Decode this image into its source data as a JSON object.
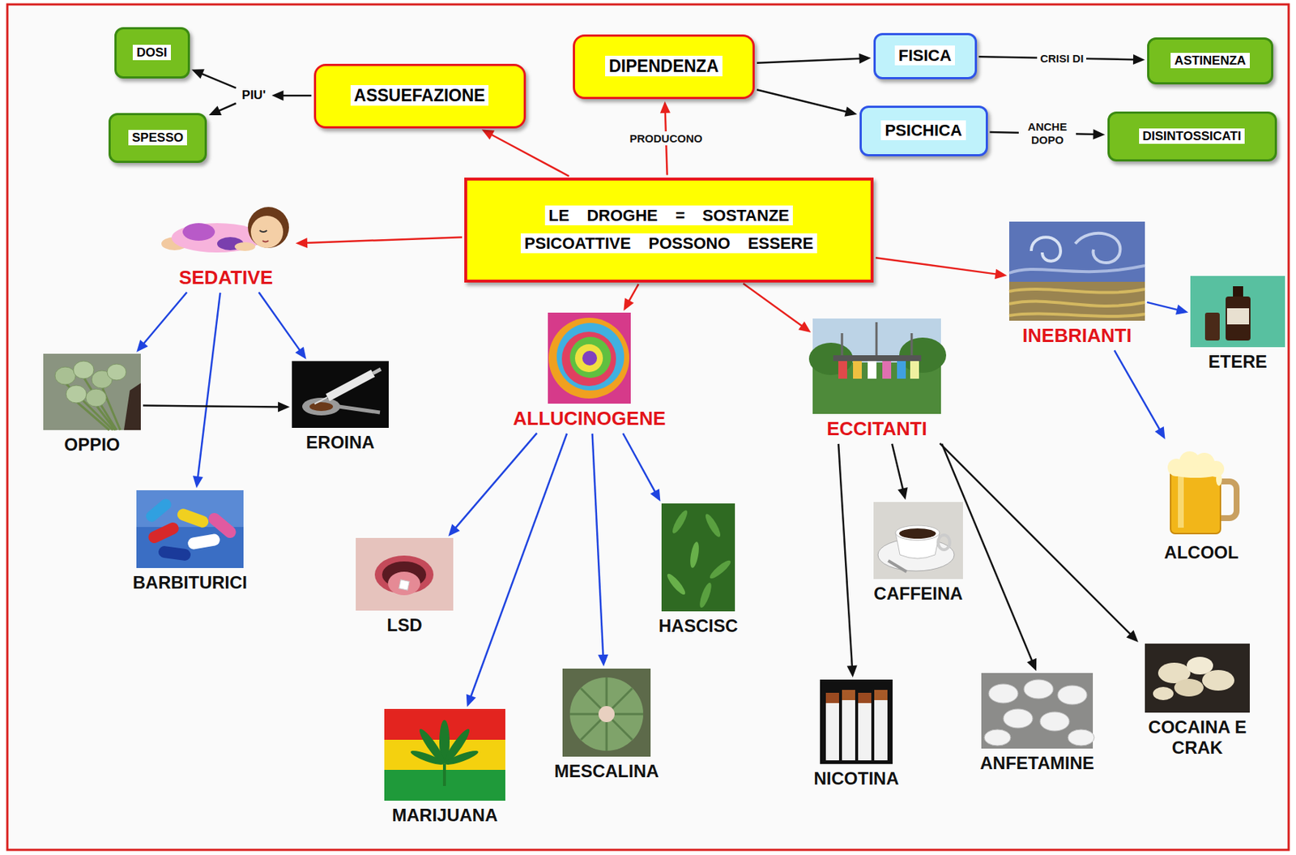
{
  "diagram": {
    "nodes": [
      {
        "text": [
          "DOSI"
        ]
      },
      {
        "text": [
          "SPESSO"
        ]
      },
      {
        "text": [
          "PIU'"
        ]
      },
      {
        "text": [
          "ASSUEFAZIONE"
        ]
      },
      {
        "text": [
          "DIPENDENZA"
        ]
      },
      {
        "text": [
          "FISICA"
        ]
      },
      {
        "text": [
          "ASTINENZA"
        ]
      },
      {
        "text": [
          "PSICHICA"
        ]
      },
      {
        "text": [
          "DISINTOSSICATI"
        ]
      },
      {
        "text": [
          "LE DROGHE = SOSTANZE PSICOATTIVE POSSONO ESSERE"
        ]
      },
      {
        "text": [
          "SEDATIVE"
        ]
      },
      {
        "text": [
          "OPPIO"
        ]
      },
      {
        "text": [
          "EROINA"
        ]
      },
      {
        "text": [
          "BARBITURICI"
        ]
      },
      {
        "text": [
          "ALLUCINOGENE"
        ]
      },
      {
        "text": [
          "LSD"
        ]
      },
      {
        "text": [
          "MARIJUANA"
        ]
      },
      {
        "text": [
          "MESCALINA"
        ]
      },
      {
        "text": [
          "HASCISC"
        ]
      },
      {
        "text": [
          "ECCITANTI"
        ]
      },
      {
        "text": [
          "CAFFEINA"
        ]
      },
      {
        "text": [
          "NICOTINA"
        ]
      },
      {
        "text": [
          "ANFETAMINE"
        ]
      },
      {
        "text": [
          "COCAINA E CRAK"
        ]
      },
      {
        "text": [
          "INEBRIANTI"
        ]
      },
      {
        "text": [
          "ETERE"
        ]
      },
      {
        "text": [
          "ALCOOL"
        ]
      }
    ],
    "edges": [
      {
        "from": 3,
        "to": 2,
        "arrow": "to"
      },
      {
        "from": 2,
        "to": 0,
        "arrow": "to"
      },
      {
        "from": 2,
        "to": 1,
        "arrow": "to"
      },
      {
        "from": 9,
        "to": 3,
        "arrow": "to"
      },
      {
        "from": 9,
        "to": 4,
        "label": "PRODUCONO",
        "arrow": "to"
      },
      {
        "from": 4,
        "to": 5,
        "arrow": "to"
      },
      {
        "from": 4,
        "to": 7,
        "arrow": "to"
      },
      {
        "from": 5,
        "to": 6,
        "label": "CRISI DI",
        "arrow": "to"
      },
      {
        "from": 7,
        "to": 8,
        "label": "ANCHE DOPO",
        "arrow": "to"
      },
      {
        "from": 9,
        "to": 10,
        "arrow": "to"
      },
      {
        "from": 9,
        "to": 14,
        "arrow": "to"
      },
      {
        "from": 9,
        "to": 19,
        "arrow": "to"
      },
      {
        "from": 9,
        "to": 24,
        "arrow": "to"
      },
      {
        "from": 10,
        "to": 11,
        "arrow": "to"
      },
      {
        "from": 10,
        "to": 12,
        "arrow": "to"
      },
      {
        "from": 10,
        "to": 13,
        "arrow": "to"
      },
      {
        "from": 11,
        "to": 12,
        "arrow": "to"
      },
      {
        "from": 14,
        "to": 15,
        "arrow": "to"
      },
      {
        "from": 14,
        "to": 16,
        "arrow": "to"
      },
      {
        "from": 14,
        "to": 17,
        "arrow": "to"
      },
      {
        "from": 14,
        "to": 18,
        "arrow": "to"
      },
      {
        "from": 19,
        "to": 20,
        "arrow": "to"
      },
      {
        "from": 19,
        "to": 21,
        "arrow": "to"
      },
      {
        "from": 19,
        "to": 22,
        "arrow": "to"
      },
      {
        "from": 19,
        "to": 23,
        "arrow": "to"
      },
      {
        "from": 24,
        "to": 25,
        "arrow": "to"
      },
      {
        "from": 24,
        "to": 26,
        "arrow": "to"
      }
    ]
  }
}
